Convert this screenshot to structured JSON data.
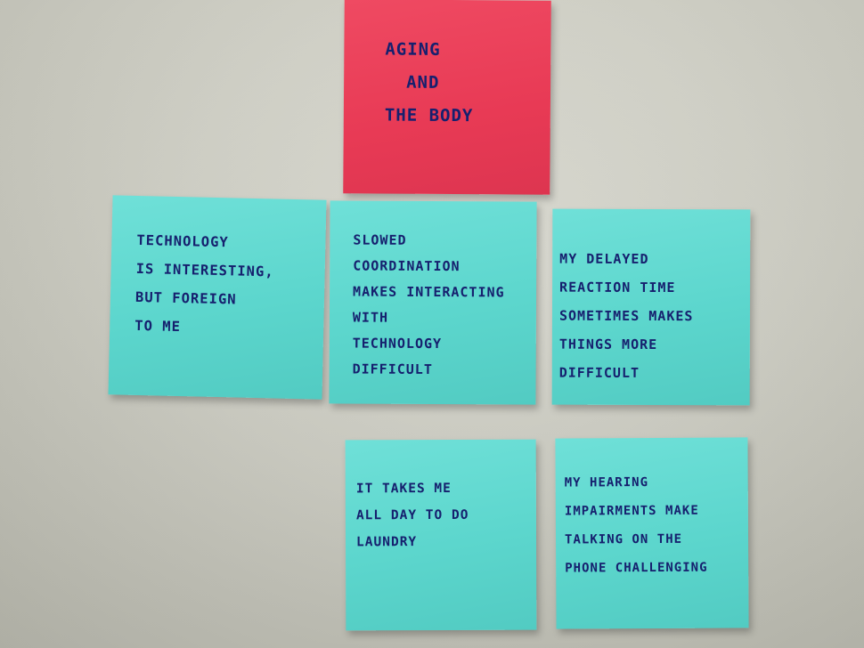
{
  "notes": {
    "aging": {
      "lines": [
        "AGING",
        "AND",
        "THE BODY"
      ],
      "color": "#e83a55"
    },
    "technology": {
      "lines": [
        "TECHNOLOGY",
        "IS INTERESTING,",
        "BUT FOREIGN",
        "TO ME"
      ],
      "color": "#5cd6cd"
    },
    "slowed": {
      "lines": [
        "SLOWED",
        "COORDINATION",
        "MAKES INTERACTING",
        "WITH",
        "TECHNOLOGY",
        "DIFFICULT"
      ],
      "color": "#5cd6cd"
    },
    "delayed": {
      "lines": [
        "MY DELAYED",
        "REACTION TIME",
        "SOMETIMES MAKES",
        "THINGS MORE",
        "DIFFICULT"
      ],
      "color": "#5cd6cd"
    },
    "laundry": {
      "lines": [
        "IT TAKES ME",
        "ALL DAY TO DO",
        "LAUNDRY"
      ],
      "color": "#5cd6cd"
    },
    "hearing": {
      "lines": [
        "MY HEARING",
        "IMPAIRMENTS MAKE",
        "TALKING ON THE",
        "PHONE CHALLENGING"
      ],
      "color": "#5cd6cd"
    }
  },
  "ink_color": "#16206e",
  "wall_color": "#cfcfc5"
}
